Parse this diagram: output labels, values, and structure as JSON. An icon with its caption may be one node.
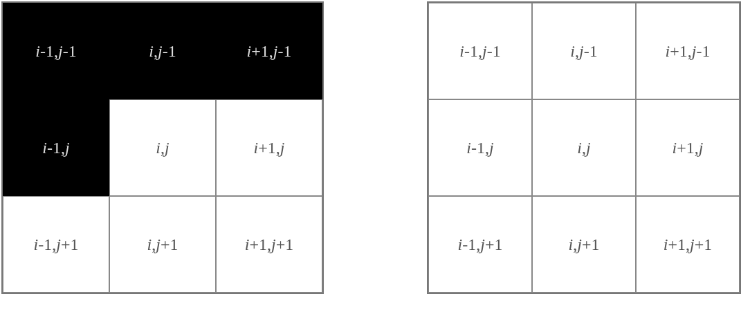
{
  "diagram": {
    "labels": [
      "*i*-1,*j*-1",
      "*i*,*j*-1",
      "*i*+1,*j*-1",
      "*i*-1,*j*",
      "*i*,*j*",
      "*i*+1,*j*",
      "*i*-1,*j*+1",
      "*i*,*j*+1",
      "*i*+1,*j*+1",
      "*i*-1,*j*-1",
      "*i*,*j*-1",
      "*i*+1,*j*-1",
      "*i*-1,*j*",
      "*i*,*j*",
      "*i*+1,*j*",
      "*i*-1,*j*+1",
      "*i*,*j*+1",
      "*i*+1,*j*+1"
    ]
  }
}
